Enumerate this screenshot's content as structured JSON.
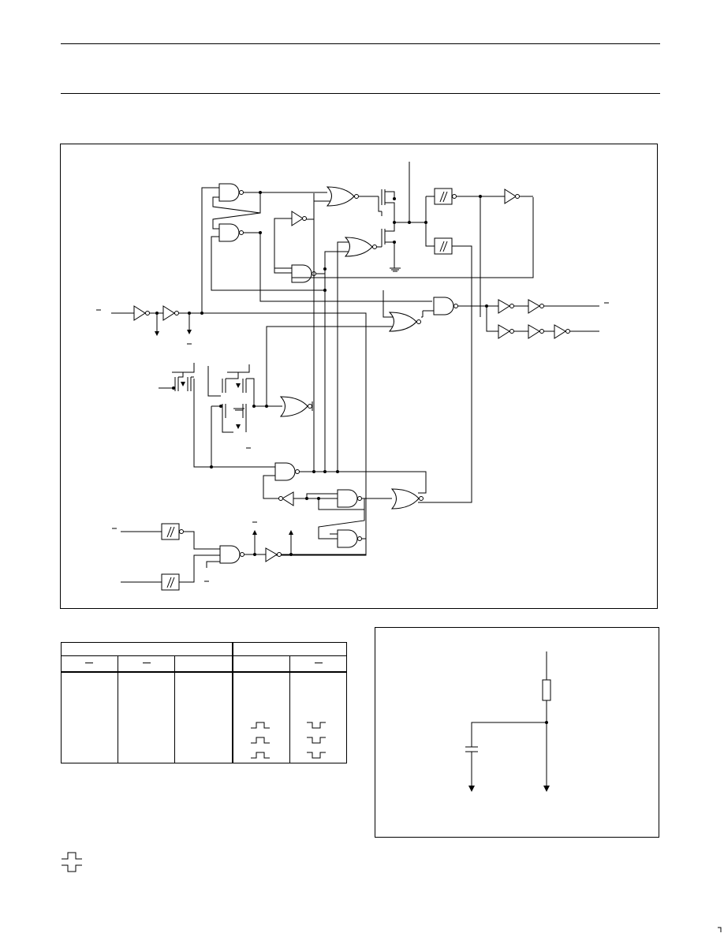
{
  "page": {
    "header_top_text": "",
    "header_bottom_text": ""
  },
  "logic_diagram": {
    "title": "",
    "pins": []
  },
  "function_table": {
    "inputs_header": "",
    "outputs_header": "",
    "columns": [
      "",
      "",
      "",
      "",
      ""
    ],
    "rows": [],
    "overbar_columns": [
      0,
      1,
      4
    ],
    "pulse_symbols": {
      "column_4": [
        "positive-pulse",
        "positive-pulse",
        "positive-pulse"
      ],
      "column_5": [
        "negative-pulse",
        "negative-pulse",
        "negative-pulse"
      ]
    }
  },
  "reset_circuit": {
    "components": [
      "resistor",
      "capacitor"
    ],
    "labels": []
  },
  "legend": {
    "symbol": "pulse-pair-icon",
    "text": ""
  }
}
